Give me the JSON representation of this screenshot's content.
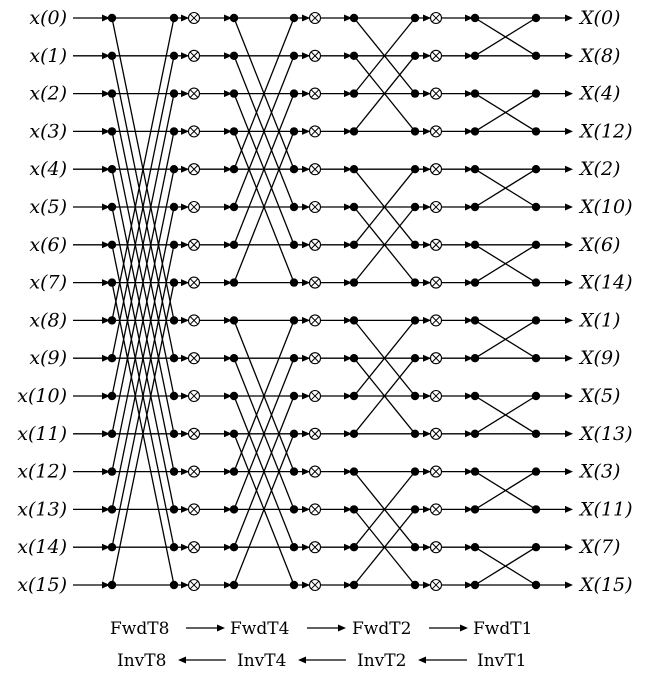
{
  "inputs": [
    "x(0)",
    "x(1)",
    "x(2)",
    "x(3)",
    "x(4)",
    "x(5)",
    "x(6)",
    "x(7)",
    "x(8)",
    "x(9)",
    "x(10)",
    "x(11)",
    "x(12)",
    "x(13)",
    "x(14)",
    "x(15)"
  ],
  "outputs": [
    "X(0)",
    "X(8)",
    "X(4)",
    "X(12)",
    "X(2)",
    "X(10)",
    "X(6)",
    "X(14)",
    "X(1)",
    "X(9)",
    "X(5)",
    "X(13)",
    "X(3)",
    "X(11)",
    "X(7)",
    "X(15)"
  ],
  "butterfly_spans": [
    8,
    4,
    2,
    1
  ],
  "forward_stages": [
    "FwdT8",
    "FwdT4",
    "FwdT2",
    "FwdT1"
  ],
  "inverse_stages": [
    "InvT8",
    "InvT4",
    "InvT2",
    "InvT1"
  ],
  "colors": {
    "line": "#000000",
    "background": "#ffffff"
  },
  "icons": {
    "multiplier": "circled-times-icon",
    "node": "filled-dot-icon"
  }
}
